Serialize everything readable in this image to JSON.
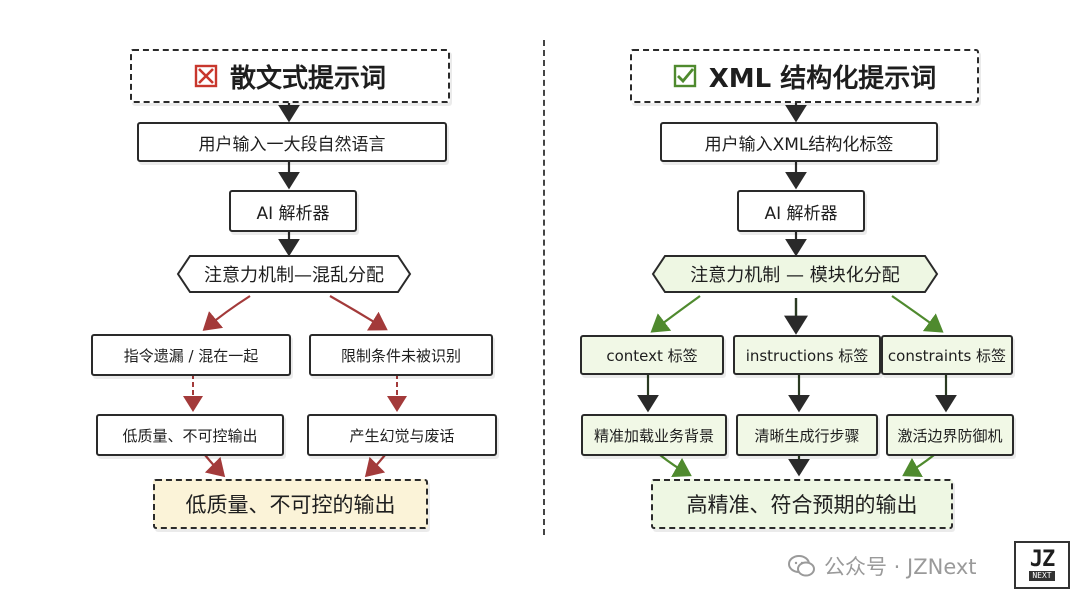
{
  "left": {
    "title": "散文式提示词",
    "title_icon": "red-x-icon",
    "step1": "用户输入一大段自然语言",
    "step2": "AI 解析器",
    "step3": "注意力机制—混乱分配",
    "branch_a": "指令遗漏 / 混在一起",
    "branch_b": "限制条件未被识别",
    "branch_a2": "低质量、不可控输出",
    "branch_b2": "产生幻觉与废话",
    "result": "低质量、不可控的输出",
    "arrow_color": "#a33a3a"
  },
  "right": {
    "title": "XML 结构化提示词",
    "title_icon": "green-check-icon",
    "step1": "用户输入XML结构化标签",
    "step2": "AI 解析器",
    "step3": "注意力机制 — 模块化分配",
    "tag_a": "context 标签",
    "tag_b": "instructions 标签",
    "tag_c": "constraints 标签",
    "out_a": "精准加载业务背景",
    "out_b": "清晰生成行步骤",
    "out_c": "激活边界防御机",
    "result": "高精准、符合预期的输出",
    "arrow_color": "#4f8a2e"
  },
  "watermark": {
    "text": "公众号 · JZNext",
    "logo_big": "JZ",
    "logo_small": "NEXT"
  },
  "colors": {
    "red": "#c8372d",
    "green": "#4f8a2e",
    "ink": "#2a2a2a"
  }
}
